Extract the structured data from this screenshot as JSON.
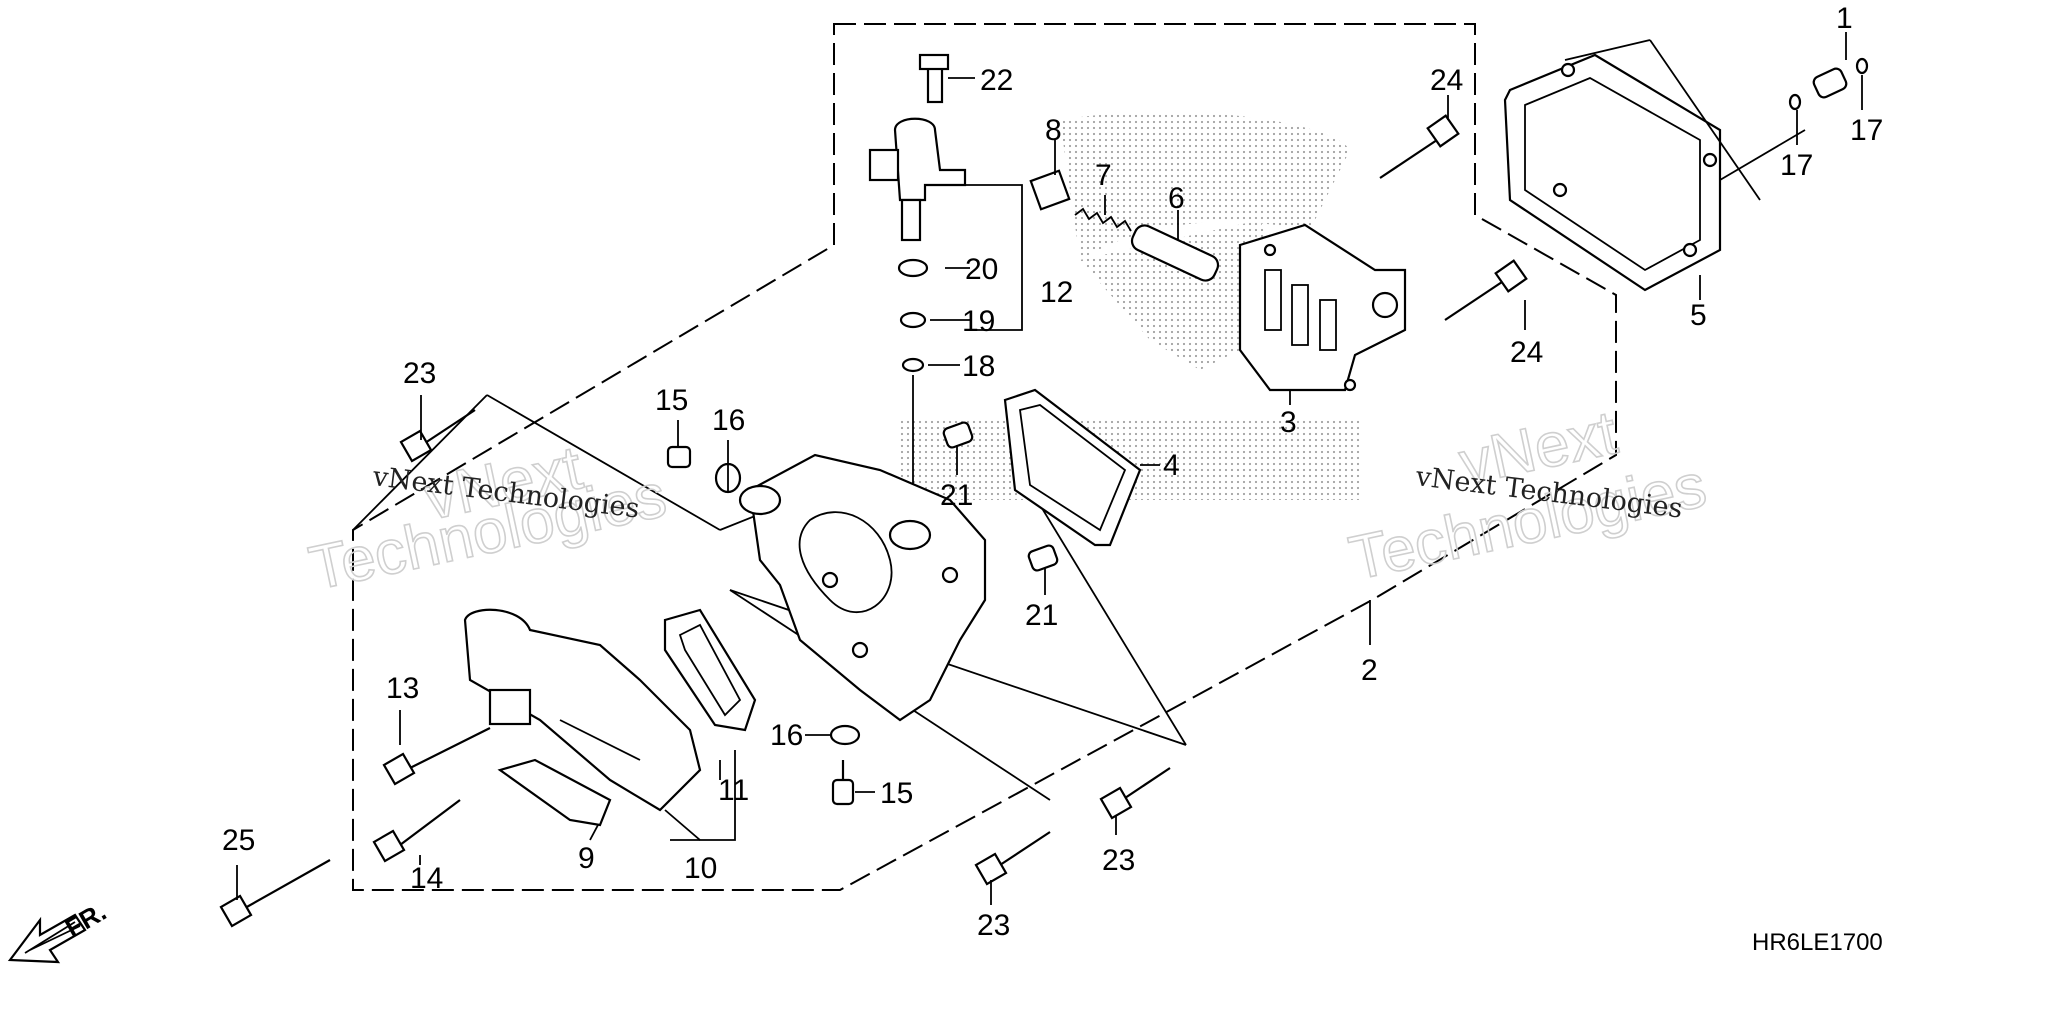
{
  "diagram": {
    "callouts": [
      "1",
      "2",
      "3",
      "4",
      "5",
      "6",
      "7",
      "8",
      "9",
      "10",
      "11",
      "12",
      "13",
      "14",
      "15",
      "15",
      "16",
      "16",
      "17",
      "17",
      "18",
      "19",
      "20",
      "21",
      "21",
      "22",
      "23",
      "23",
      "23",
      "24",
      "24",
      "25"
    ],
    "watermarks": {
      "text_left": "vNext Technologies",
      "text_right": "vNext Technologies",
      "big_1a": "vNext",
      "big_1b": "Technologies",
      "big_2a": "vNext",
      "big_2b": "Technologies"
    },
    "front_arrow_label": "FR.",
    "diagram_code": "HR6LE1700"
  }
}
